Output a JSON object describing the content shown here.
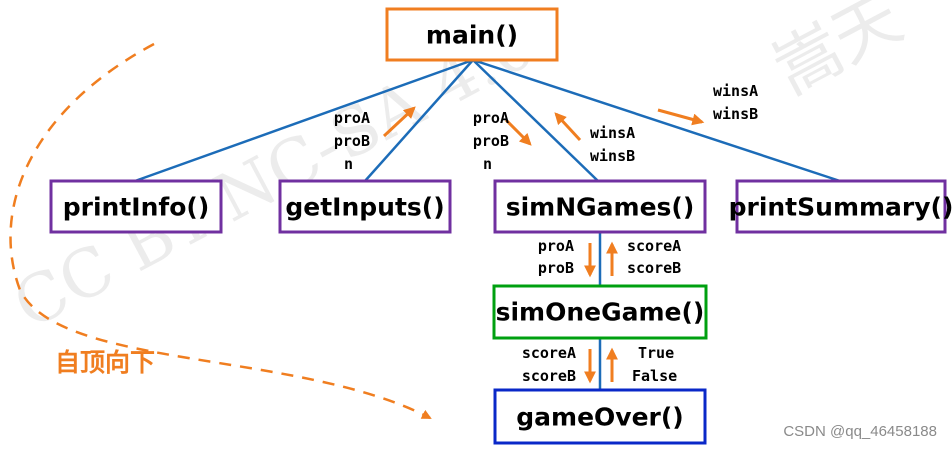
{
  "colors": {
    "orange": "#f07e20",
    "purple": "#7030a0",
    "green": "#00a010",
    "blue": "#0a28c8",
    "edge": "#1c6cb8",
    "text": "#000000",
    "watermark": "#ececec"
  },
  "watermark": {
    "cc_text": "CC BY-NC-SA 4.0",
    "cjk_text": "嵩天"
  },
  "nodes": {
    "main": "main()",
    "printInfo": "printInfo()",
    "getInputs": "getInputs()",
    "simNGames": "simNGames()",
    "printSummary": "printSummary()",
    "simOneGame": "simOneGame()",
    "gameOver": "gameOver()"
  },
  "labels": {
    "getInputs_out": [
      "proA",
      "proB",
      "n"
    ],
    "simNGames_in": [
      "proA",
      "proB",
      "n"
    ],
    "simNGames_out": [
      "winsA",
      "winsB"
    ],
    "printSummary_in": [
      "winsA",
      "winsB"
    ],
    "simOneGame_in": [
      "proA",
      "proB"
    ],
    "simOneGame_out": [
      "scoreA",
      "scoreB"
    ],
    "gameOver_in": [
      "scoreA",
      "scoreB"
    ],
    "gameOver_out": [
      "True",
      "False"
    ]
  },
  "annotation": {
    "top_down": "自顶向下",
    "credit": "CSDN @qq_46458188"
  }
}
